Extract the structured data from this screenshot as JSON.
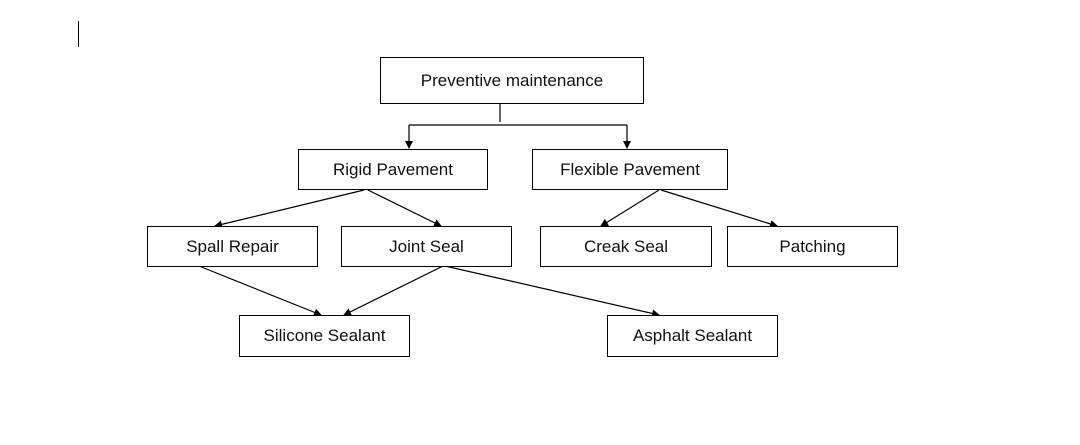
{
  "diagram": {
    "nodes": {
      "preventive_maintenance": "Preventive maintenance",
      "rigid_pavement": "Rigid Pavement",
      "flexible_pavement": "Flexible Pavement",
      "spall_repair": "Spall Repair",
      "joint_seal": "Joint Seal",
      "creak_seal": "Creak Seal",
      "patching": "Patching",
      "silicone_sealant": "Silicone Sealant",
      "asphalt_sealant": "Asphalt Sealant"
    },
    "edges": [
      {
        "from": "preventive_maintenance",
        "to": "rigid_pavement"
      },
      {
        "from": "preventive_maintenance",
        "to": "flexible_pavement"
      },
      {
        "from": "rigid_pavement",
        "to": "spall_repair"
      },
      {
        "from": "rigid_pavement",
        "to": "joint_seal"
      },
      {
        "from": "flexible_pavement",
        "to": "creak_seal"
      },
      {
        "from": "flexible_pavement",
        "to": "patching"
      },
      {
        "from": "spall_repair",
        "to": "silicone_sealant"
      },
      {
        "from": "joint_seal",
        "to": "silicone_sealant"
      },
      {
        "from": "joint_seal",
        "to": "asphalt_sealant"
      }
    ]
  }
}
